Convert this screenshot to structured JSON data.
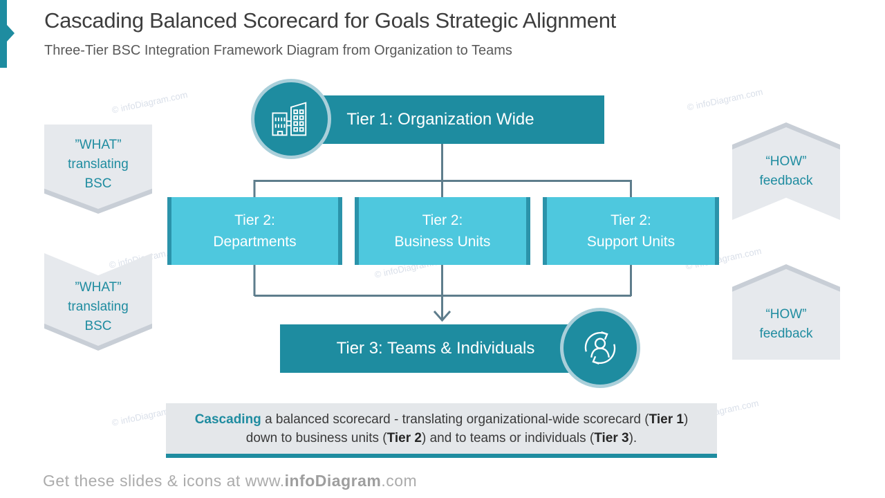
{
  "slide": {
    "title": "Cascading Balanced Scorecard for Goals Strategic Alignment",
    "subtitle": "Three-Tier BSC Integration Framework Diagram from Organization to Teams"
  },
  "diagram": {
    "tier1": {
      "label": "Tier 1: Organization Wide",
      "icon": "buildings-icon"
    },
    "tier2": {
      "items": [
        {
          "line1": "Tier 2:",
          "line2": "Departments"
        },
        {
          "line1": "Tier 2:",
          "line2": "Business Units"
        },
        {
          "line1": "Tier 2:",
          "line2": "Support Units"
        }
      ]
    },
    "tier3": {
      "label": "Tier 3: Teams & Individuals",
      "icon": "person-cycle-icon"
    },
    "left_banners": [
      {
        "line1": "”WHAT”",
        "line2": "translating",
        "line3": "BSC"
      },
      {
        "line1": "”WHAT”",
        "line2": "translating",
        "line3": "BSC"
      }
    ],
    "right_banners": [
      {
        "line1": "“HOW”",
        "line2": "feedback"
      },
      {
        "line1": "“HOW”",
        "line2": "feedback"
      }
    ]
  },
  "caption": {
    "lead": "Cascading",
    "seg1": " a balanced scorecard - translating organizational-wide scorecard (",
    "b1": "Tier 1",
    "seg2": ") down to business units (",
    "b2": "Tier 2",
    "seg3": ") and to teams or individuals (",
    "b3": "Tier 3",
    "seg4": ")."
  },
  "footer": {
    "prefix": "Get these slides & icons at www.",
    "brand": "infoDiagram",
    "suffix": ".com"
  },
  "watermark": {
    "text": "© infoDiagram.com"
  },
  "colors": {
    "teal": "#1E8CA0",
    "light_cyan": "#4EC8DE",
    "cyan_edge": "#2B93AA",
    "connector": "#5E7D8C",
    "banner_gray": "#E6E9ED",
    "banner_shadow": "#C8CED6",
    "caption_bg": "#E4E7EA",
    "circle_ring": "#A9CFDA"
  }
}
